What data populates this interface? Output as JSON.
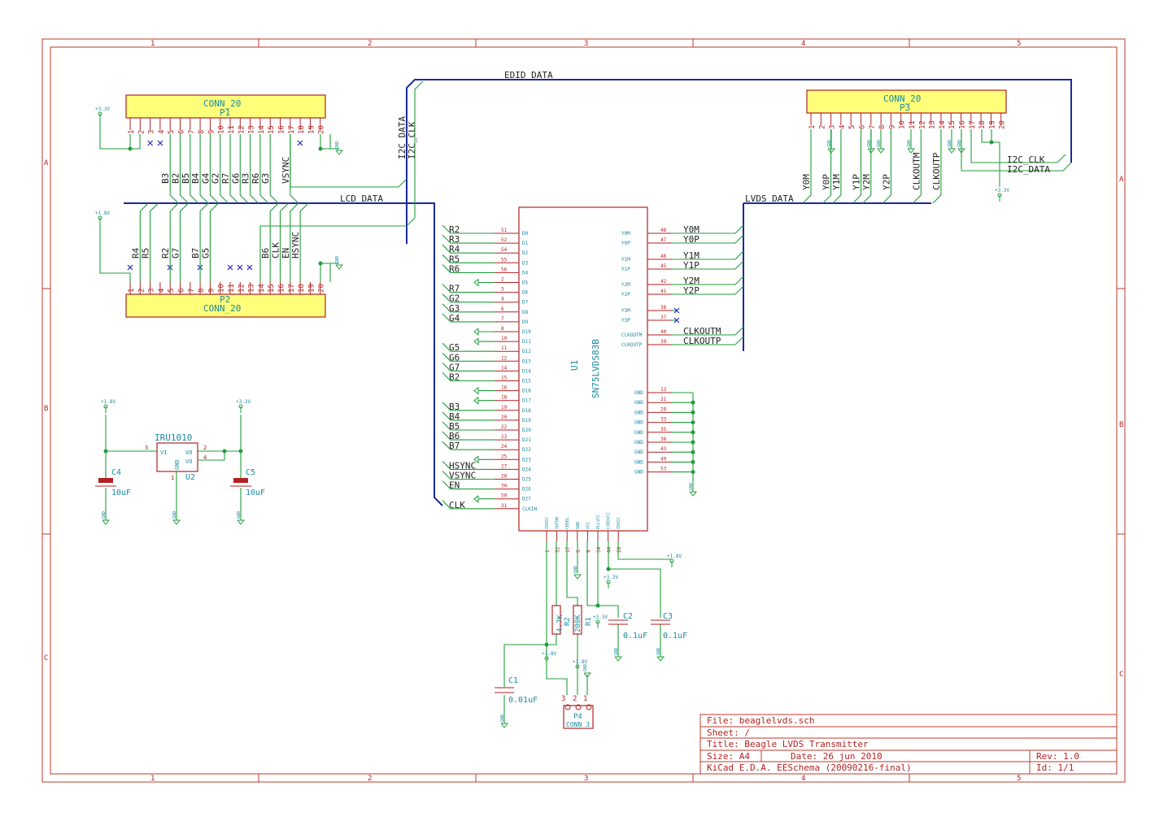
{
  "sheet": {
    "columns": [
      "1",
      "2",
      "3",
      "4",
      "5"
    ],
    "rows": [
      "A",
      "B",
      "C"
    ]
  },
  "title_block": {
    "file": "File: beaglelvds.sch",
    "sheet": "Sheet: /",
    "title": "Title: Beagle LVDS Transmitter",
    "size": "Size: A4",
    "date": "Date: 26 jun 2010",
    "rev": "Rev: 1.0",
    "app": "KiCad E.D.A.  EESchema (20090216-final)",
    "id": "Id: 1/1"
  },
  "nets": {
    "edid": "EDID_DATA",
    "lcd": "LCD_DATA",
    "lvds": "LVDS_DATA",
    "i2c_data": "I2C_DATA",
    "i2c_clk": "I2C_CLK"
  },
  "components": {
    "p1": {
      "value": "CONN_20",
      "ref": "P1"
    },
    "p2": {
      "value": "CONN_20",
      "ref": "P2"
    },
    "p3": {
      "value": "CONN_20",
      "ref": "P3"
    },
    "p4": {
      "value": "CONN_3",
      "ref": "P4"
    },
    "u1": {
      "value": "SN75LVDS83B",
      "ref": "U1"
    },
    "u2": {
      "value": "IRU1010",
      "ref": "U2",
      "pin_vi": "VI",
      "pin_vo1": "VO",
      "pin_vo2": "VO",
      "pin_gnd": "GND"
    },
    "c1": {
      "ref": "C1",
      "value": "0.01uF"
    },
    "c2": {
      "ref": "C2",
      "value": "0.1uF"
    },
    "c3": {
      "ref": "C3",
      "value": "0.1uF"
    },
    "c4": {
      "ref": "C4",
      "value": "10uF"
    },
    "c5": {
      "ref": "C5",
      "value": "10uF"
    },
    "r1": {
      "ref": "R1",
      "value": "200K"
    },
    "r2": {
      "ref": "R2",
      "value": "4.7K"
    }
  },
  "power": {
    "v18": "+1.8V",
    "v33": "+3.3V",
    "gnd": "GND"
  },
  "p1_labels": [
    "B3",
    "B2",
    "B5",
    "B4",
    "G4",
    "G2",
    "R7",
    "G6",
    "R3",
    "R6",
    "G3",
    "VSYNC"
  ],
  "p2_labels": [
    "R4",
    "R5",
    "R2",
    "G7",
    "B7",
    "G5",
    "B6",
    "CLK",
    "EN",
    "HSYNC"
  ],
  "p3_labels": [
    "Y0M",
    "Y0P",
    "Y1M",
    "Y1P",
    "Y2M",
    "Y2P",
    "CLKOUTM",
    "CLKOUTP"
  ],
  "p3_right_labels": [
    "I2C_CLK",
    "I2C_DATA"
  ],
  "u1_left": [
    {
      "net": "R2",
      "num": "51",
      "name": "D0"
    },
    {
      "net": "R3",
      "num": "52",
      "name": "D1"
    },
    {
      "net": "R4",
      "num": "54",
      "name": "D2"
    },
    {
      "net": "R5",
      "num": "55",
      "name": "D3"
    },
    {
      "net": "R6",
      "num": "56",
      "name": "D4"
    },
    {
      "net": "",
      "num": "2",
      "name": "D5"
    },
    {
      "net": "R7",
      "num": "3",
      "name": "D6"
    },
    {
      "net": "G2",
      "num": "4",
      "name": "D7"
    },
    {
      "net": "G3",
      "num": "6",
      "name": "D8"
    },
    {
      "net": "G4",
      "num": "7",
      "name": "D9"
    },
    {
      "net": "",
      "num": "8",
      "name": "D10"
    },
    {
      "net": "",
      "num": "10",
      "name": "D11"
    },
    {
      "net": "G5",
      "num": "11",
      "name": "D12"
    },
    {
      "net": "G6",
      "num": "12",
      "name": "D13"
    },
    {
      "net": "G7",
      "num": "14",
      "name": "D14"
    },
    {
      "net": "B2",
      "num": "15",
      "name": "D15"
    },
    {
      "net": "",
      "num": "16",
      "name": "D16"
    },
    {
      "net": "",
      "num": "18",
      "name": "D17"
    },
    {
      "net": "B3",
      "num": "19",
      "name": "D18"
    },
    {
      "net": "B4",
      "num": "20",
      "name": "D19"
    },
    {
      "net": "B5",
      "num": "22",
      "name": "D20"
    },
    {
      "net": "B6",
      "num": "23",
      "name": "D21"
    },
    {
      "net": "B7",
      "num": "24",
      "name": "D22"
    },
    {
      "net": "",
      "num": "25",
      "name": "D23"
    },
    {
      "net": "HSYNC",
      "num": "27",
      "name": "D24"
    },
    {
      "net": "VSYNC",
      "num": "28",
      "name": "D25"
    },
    {
      "net": "EN",
      "num": "30",
      "name": "D26"
    },
    {
      "net": "",
      "num": "50",
      "name": "D27"
    },
    {
      "net": "CLK",
      "num": "31",
      "name": "CLKIN"
    }
  ],
  "u1_right": [
    {
      "net": "Y0M",
      "num": "48",
      "name": "Y0M"
    },
    {
      "net": "Y0P",
      "num": "47",
      "name": "Y0P"
    },
    {
      "net": "Y1M",
      "num": "46",
      "name": "Y1M"
    },
    {
      "net": "Y1P",
      "num": "45",
      "name": "Y1P"
    },
    {
      "net": "Y2M",
      "num": "42",
      "name": "Y2M"
    },
    {
      "net": "Y2P",
      "num": "41",
      "name": "Y2P"
    },
    {
      "net": "",
      "num": "38",
      "name": "Y3M"
    },
    {
      "net": "",
      "num": "37",
      "name": "Y3P"
    },
    {
      "net": "CLKOUTM",
      "num": "40",
      "name": "CLKOUTM"
    },
    {
      "net": "CLKOUTP",
      "num": "39",
      "name": "CLKOUTP"
    }
  ],
  "u1_gnd": [
    {
      "num": "13",
      "name": "GND"
    },
    {
      "num": "21",
      "name": "GND"
    },
    {
      "num": "29",
      "name": "GND"
    },
    {
      "num": "33",
      "name": "GND"
    },
    {
      "num": "35",
      "name": "GND"
    },
    {
      "num": "36",
      "name": "GND"
    },
    {
      "num": "43",
      "name": "GND"
    },
    {
      "num": "49",
      "name": "GND"
    },
    {
      "num": "53",
      "name": "GND"
    }
  ],
  "u1_bottom": [
    {
      "num": "1",
      "name": "IOVCC"
    },
    {
      "num": "32",
      "name": "SHTDN"
    },
    {
      "num": "17",
      "name": "CHSEL"
    },
    {
      "num": "5",
      "name": "GND"
    },
    {
      "num": "9",
      "name": "VCC"
    },
    {
      "num": "34",
      "name": "PLLVCC"
    },
    {
      "num": "44",
      "name": "LVDSVCC"
    },
    {
      "num": "26",
      "name": "IOVCC"
    }
  ]
}
